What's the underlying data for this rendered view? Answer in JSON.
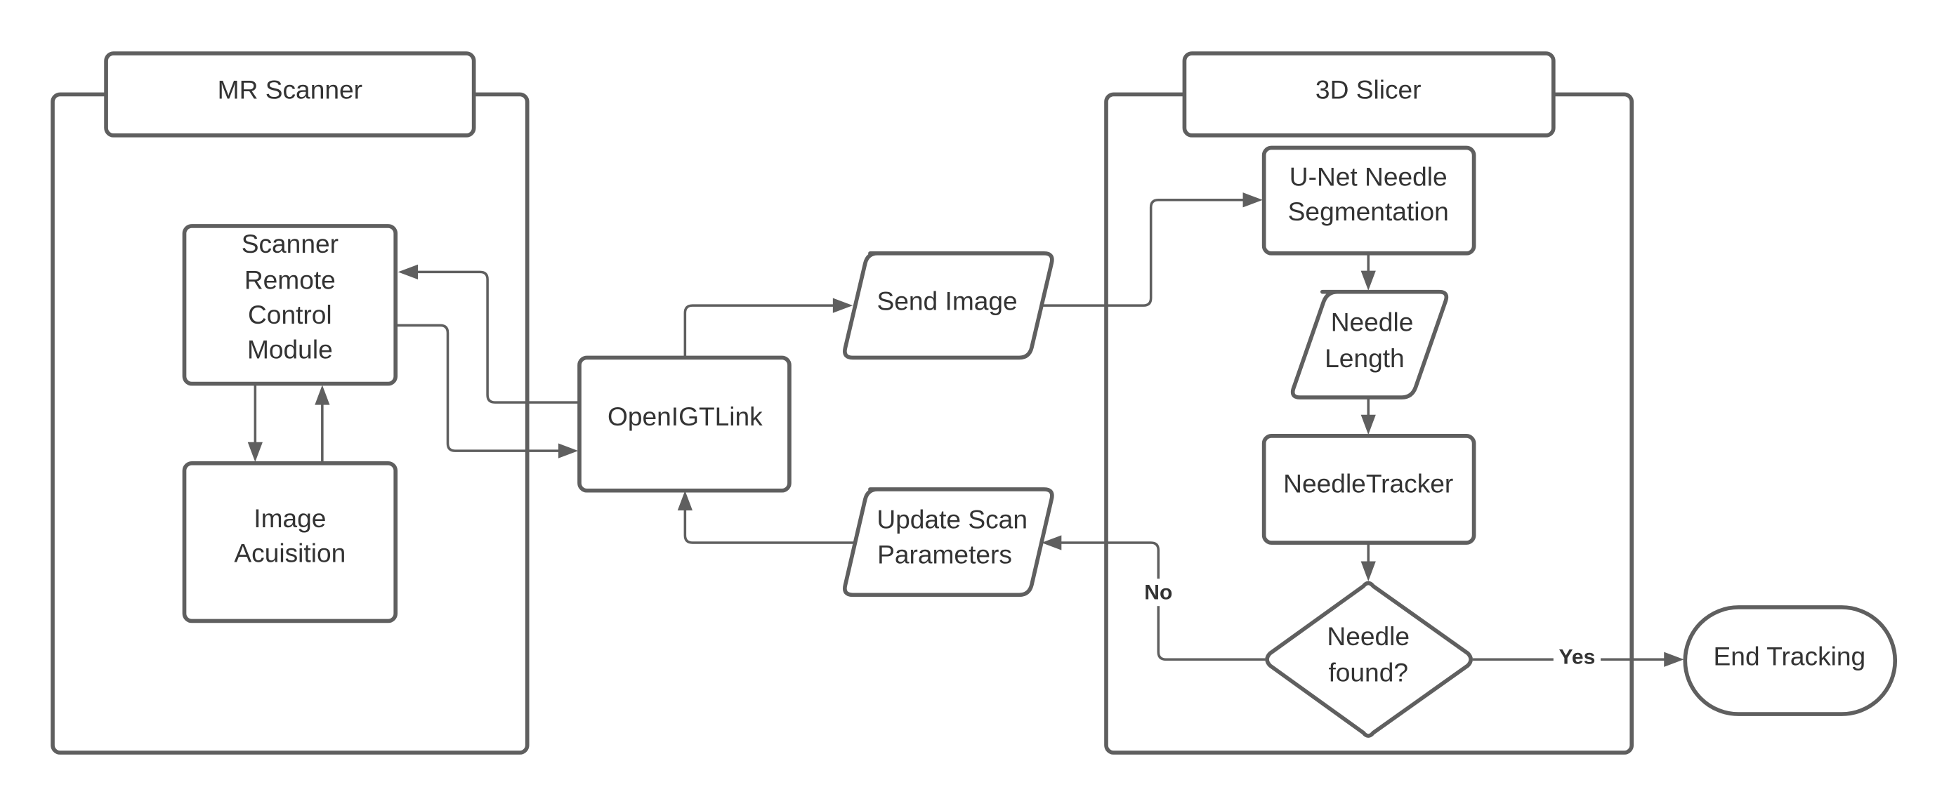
{
  "diagram": {
    "containers": {
      "mr_scanner": {
        "title": "MR Scanner"
      },
      "slicer": {
        "title": "3D Slicer"
      }
    },
    "nodes": {
      "scanner_remote": {
        "lines": [
          "Scanner",
          "Remote",
          "Control",
          "Module"
        ],
        "shape": "rounded-rectangle"
      },
      "image_acquisition": {
        "lines": [
          "Image",
          "Acuisition"
        ],
        "shape": "rounded-rectangle"
      },
      "openigtlink": {
        "lines": [
          "OpenIGTLink"
        ],
        "shape": "rounded-rectangle"
      },
      "send_image": {
        "lines": [
          "Send Image"
        ],
        "shape": "parallelogram"
      },
      "update_scan": {
        "lines": [
          "Update Scan",
          "Parameters"
        ],
        "shape": "parallelogram"
      },
      "unet": {
        "lines": [
          "U-Net Needle",
          "Segmentation"
        ],
        "shape": "rounded-rectangle"
      },
      "needle_length": {
        "lines": [
          "Needle",
          "Length"
        ],
        "shape": "parallelogram"
      },
      "needle_tracker": {
        "lines": [
          "NeedleTracker"
        ],
        "shape": "rounded-rectangle"
      },
      "needle_found": {
        "lines": [
          "Needle",
          "found?"
        ],
        "shape": "diamond"
      },
      "end_tracking": {
        "lines": [
          "End Tracking"
        ],
        "shape": "terminator"
      }
    },
    "edges": [
      {
        "from": "openigtlink",
        "to": "scanner_remote",
        "label": ""
      },
      {
        "from": "scanner_remote",
        "to": "openigtlink",
        "label": ""
      },
      {
        "from": "scanner_remote",
        "to": "image_acquisition",
        "label": ""
      },
      {
        "from": "image_acquisition",
        "to": "scanner_remote",
        "label": ""
      },
      {
        "from": "openigtlink",
        "to": "send_image",
        "label": ""
      },
      {
        "from": "send_image",
        "to": "unet",
        "label": ""
      },
      {
        "from": "unet",
        "to": "needle_length",
        "label": ""
      },
      {
        "from": "needle_length",
        "to": "needle_tracker",
        "label": ""
      },
      {
        "from": "needle_tracker",
        "to": "needle_found",
        "label": ""
      },
      {
        "from": "needle_found",
        "to": "update_scan",
        "label": "No"
      },
      {
        "from": "needle_found",
        "to": "end_tracking",
        "label": "Yes"
      },
      {
        "from": "update_scan",
        "to": "openigtlink",
        "label": ""
      }
    ],
    "colors": {
      "stroke": "#5f5f5f",
      "text": "#333333",
      "background": "#ffffff"
    }
  }
}
